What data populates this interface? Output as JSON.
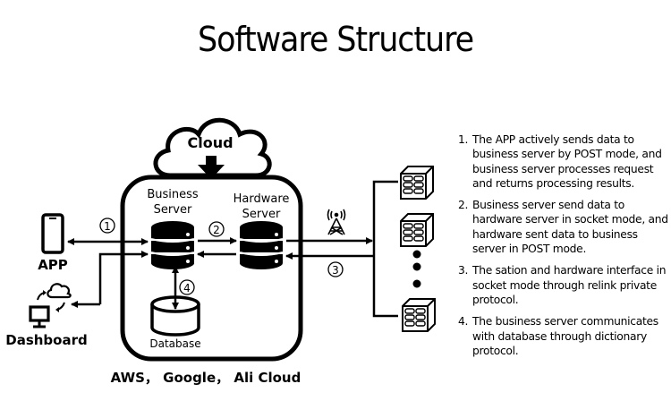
{
  "title": "Software Structure",
  "cloud": {
    "label": "Cloud"
  },
  "servers": {
    "business": "Business Server",
    "business_line1": "Business",
    "business_line2": "Server",
    "hardware_line1": "Hardware",
    "hardware_line2": "Server",
    "database": "Database"
  },
  "clients": {
    "app": "APP",
    "dashboard": "Dashboard"
  },
  "providers": "AWS， Google， Ali Cloud",
  "step_markers": [
    "1",
    "2",
    "3",
    "4"
  ],
  "icons": [
    "phone-icon",
    "monitor-icon",
    "cloud-sync-icon",
    "antenna-tower-icon",
    "hardware-device-icon",
    "database-icon",
    "server-stack-icon"
  ],
  "notes": [
    {
      "num": "1.",
      "text": "The APP actively sends data to business server by POST mode, and business server processes request and returns processing results."
    },
    {
      "num": "2.",
      "text": "Business server send data to hardware server in socket mode, and hardware sent data to business server in POST mode."
    },
    {
      "num": "3.",
      "text": "The sation and hardware interface in socket mode through relink private protocol."
    },
    {
      "num": "4.",
      "text": "The business server communicates with database through dictionary protocol."
    }
  ]
}
